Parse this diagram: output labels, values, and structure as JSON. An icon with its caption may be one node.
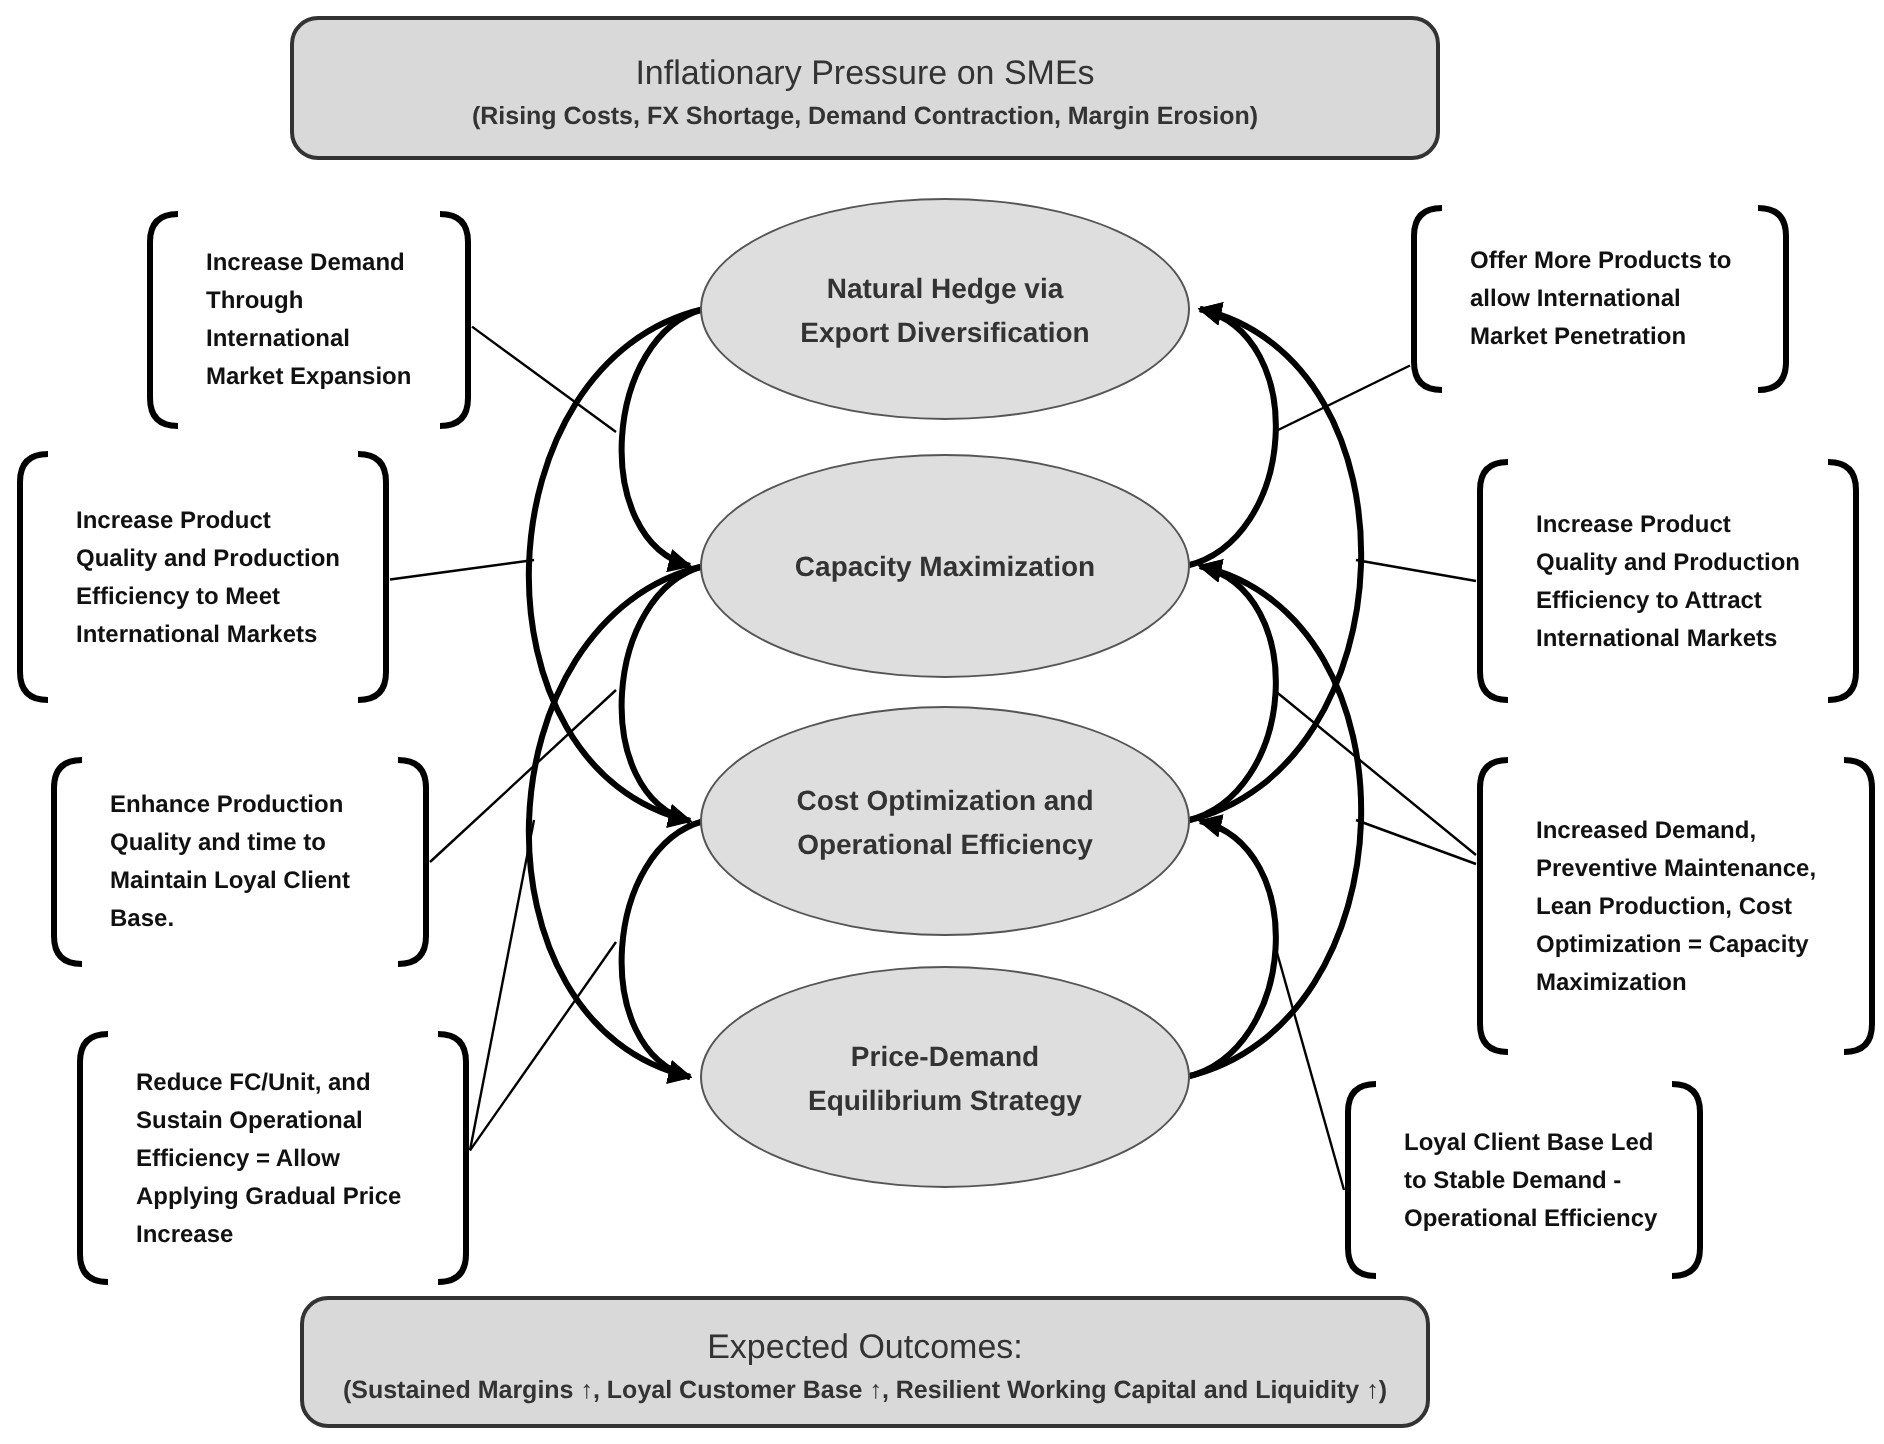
{
  "diagram": {
    "nodes": [
      {
        "text": [
          "Inflationary Pressure on SMEs",
          "(Rising Costs, FX Shortage, Demand Contraction, Margin Erosion)"
        ]
      },
      {
        "text": [
          "Natural Hedge via Export Diversification"
        ]
      },
      {
        "text": [
          "Capacity Maximization"
        ]
      },
      {
        "text": [
          "Cost Optimization and Operational Efficiency"
        ]
      },
      {
        "text": [
          "Price-Demand Equilibrium Strategy"
        ]
      },
      {
        "text": [
          "Expected Outcomes:",
          "(Sustained Margins ↑, Loyal Customer Base ↑, Resilient Working Capital and Liquidity ↑)"
        ]
      },
      {
        "text": [
          "Increase Demand Through International Market Expansion"
        ]
      },
      {
        "text": [
          "Offer More Products to allow International Market Penetration"
        ]
      },
      {
        "text": [
          "Increase Product Quality and Production Efficiency to Meet International Markets"
        ]
      },
      {
        "text": [
          "Increase Product Quality and Production Efficiency to Attract International Markets"
        ]
      },
      {
        "text": [
          "Enhance Production Quality and time to Maintain Loyal Client Base."
        ]
      },
      {
        "text": [
          "Increased Demand, Preventive Maintenance, Lean Production, Cost Optimization = Capacity Maximization"
        ]
      },
      {
        "text": [
          "Reduce FC/Unit, and Sustain Operational Efficiency = Allow Applying Gradual Price Increase"
        ]
      },
      {
        "text": [
          "Loyal Client Base Led to Stable Demand - Operational Efficiency"
        ]
      }
    ],
    "edges": [
      {
        "from": 1,
        "to": 2,
        "arrow": "to",
        "style": "thick"
      },
      {
        "from": 1,
        "to": 3,
        "arrow": "to",
        "style": "thick"
      },
      {
        "from": 2,
        "to": 3,
        "arrow": "to",
        "style": "thick"
      },
      {
        "from": 2,
        "to": 4,
        "arrow": "to",
        "style": "thick"
      },
      {
        "from": 3,
        "to": 4,
        "arrow": "to",
        "style": "thick"
      },
      {
        "from": 2,
        "to": 1,
        "arrow": "to",
        "style": "thick"
      },
      {
        "from": 3,
        "to": 1,
        "arrow": "to",
        "style": "thick"
      },
      {
        "from": 3,
        "to": 2,
        "arrow": "to",
        "style": "thick"
      },
      {
        "from": 4,
        "to": 2,
        "arrow": "to",
        "style": "thick"
      },
      {
        "from": 4,
        "to": 3,
        "arrow": "to",
        "style": "thick"
      },
      {
        "from": 6,
        "to": null,
        "arrow": "none"
      },
      {
        "from": 7,
        "to": null,
        "arrow": "none"
      },
      {
        "from": 8,
        "to": null,
        "arrow": "none"
      },
      {
        "from": 9,
        "to": null,
        "arrow": "none"
      },
      {
        "from": 10,
        "to": null,
        "arrow": "none"
      },
      {
        "from": 11,
        "to": null,
        "arrow": "none"
      },
      {
        "from": 11,
        "to": null,
        "arrow": "none"
      },
      {
        "from": 12,
        "to": null,
        "arrow": "none"
      },
      {
        "from": 12,
        "to": null,
        "arrow": "none"
      },
      {
        "from": 13,
        "to": null,
        "arrow": "none"
      }
    ]
  }
}
